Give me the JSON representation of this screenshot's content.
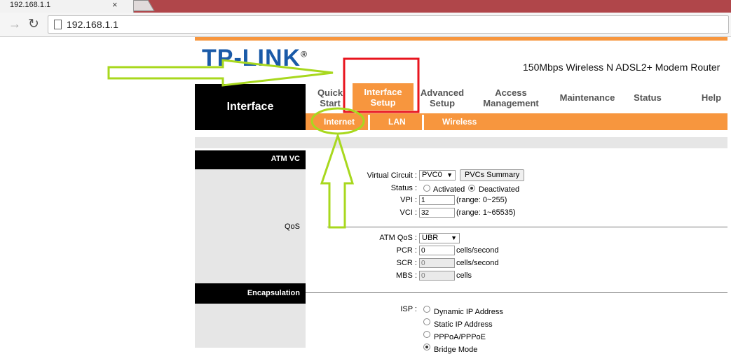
{
  "browser": {
    "tab_title": "192.168.1.1",
    "tab_close": "×",
    "url": "192.168.1.1",
    "forward_glyph": "→",
    "reload_glyph": "↻"
  },
  "router": {
    "logo": "TP-LINK",
    "logo_mark": "®",
    "model": "150Mbps Wireless N ADSL2+ Modem Router",
    "side_title": "Interface",
    "menu": {
      "quick_start": [
        "Quick",
        "Start"
      ],
      "interface_setup": [
        "Interface",
        "Setup"
      ],
      "advanced_setup": [
        "Advanced",
        "Setup"
      ],
      "access_management": [
        "Access",
        "Management"
      ],
      "maintenance": "Maintenance",
      "status": "Status",
      "help": "Help"
    },
    "submenu": {
      "internet": "Internet",
      "lan": "LAN",
      "wireless": "Wireless"
    }
  },
  "form": {
    "atm_vc_heading": "ATM VC",
    "qos_label": "QoS",
    "virtual_circuit_label": "Virtual Circuit :",
    "virtual_circuit_value": "PVC0",
    "pvcs_summary_button": "PVCs Summary",
    "status_label": "Status :",
    "status_activated": "Activated",
    "status_deactivated": "Deactivated",
    "vpi_label": "VPI :",
    "vpi_value": "1",
    "vpi_range": "(range: 0~255)",
    "vci_label": "VCI :",
    "vci_value": "32",
    "vci_range": "(range: 1~65535)",
    "atm_qos_label": "ATM QoS :",
    "atm_qos_value": "UBR",
    "pcr_label": "PCR :",
    "pcr_value": "0",
    "pcr_unit": "cells/second",
    "scr_label": "SCR :",
    "scr_value": "0",
    "scr_unit": "cells/second",
    "mbs_label": "MBS :",
    "mbs_value": "0",
    "mbs_unit": "cells",
    "encapsulation_heading": "Encapsulation",
    "isp_label": "ISP :",
    "isp_options": [
      "Dynamic IP Address",
      "Static IP Address",
      "PPPoA/PPPoE",
      "Bridge Mode"
    ]
  },
  "colors": {
    "orange": "#f7963e",
    "annotation_green": "#a8d81e",
    "annotation_red": "#e8141e",
    "logo_blue": "#1a5aa8"
  }
}
